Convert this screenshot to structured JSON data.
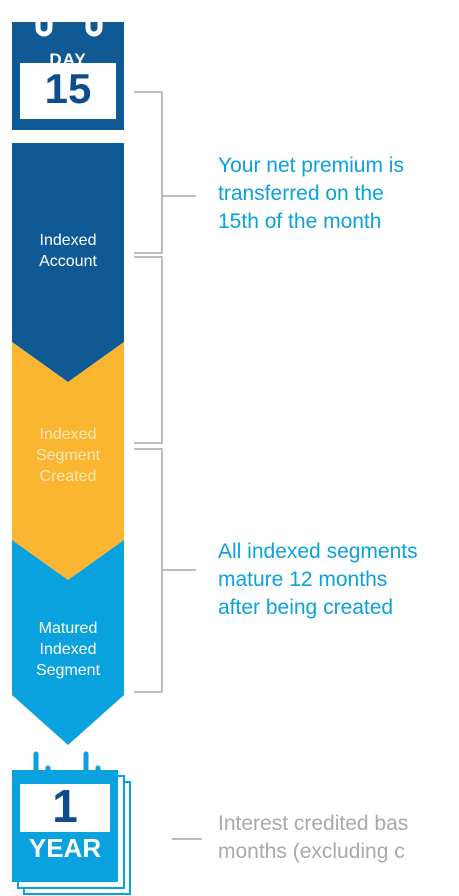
{
  "start_calendar": {
    "word": "DAY",
    "number": "15"
  },
  "stages": [
    {
      "label_lines": [
        "Indexed",
        "Account"
      ],
      "color": "#0f5a95"
    },
    {
      "label_lines": [
        "Indexed",
        "Segment",
        "Created"
      ],
      "color": "#fbb631"
    },
    {
      "label_lines": [
        "Matured",
        "Indexed",
        "Segment"
      ],
      "color": "#0aa2de"
    }
  ],
  "end_calendar": {
    "number": "1",
    "word": "YEAR"
  },
  "captions": [
    {
      "lines": [
        "Your net premium is",
        "transferred on the",
        "15th of the month"
      ],
      "color": "#0aa2de"
    },
    {
      "lines": [
        "All indexed segments",
        "mature 12 months",
        "after being created"
      ],
      "color": "#0aa2de"
    },
    {
      "lines": [
        "Interest credited bas",
        "months (excluding c"
      ],
      "color": "#a7a9ac"
    }
  ],
  "colors": {
    "dark_blue": "#0f5a95",
    "gold": "#fbb631",
    "light_blue": "#0aa2de",
    "bracket": "#a7a9ac"
  }
}
